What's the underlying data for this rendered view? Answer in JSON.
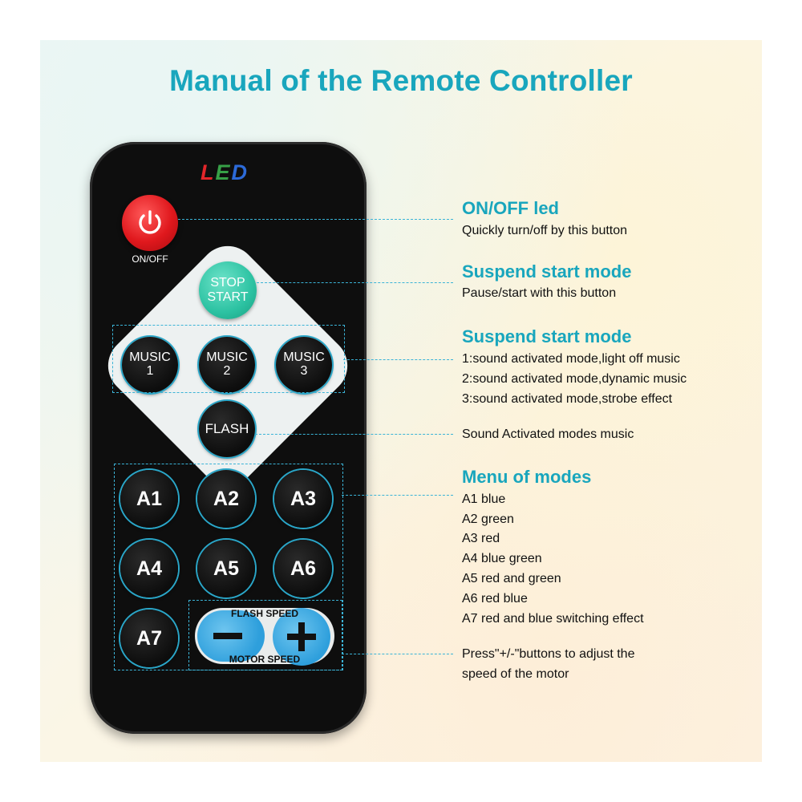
{
  "title": "Manual of the Remote Controller",
  "remote": {
    "brand": [
      "L",
      "E",
      "D"
    ],
    "power_label": "ON/OFF",
    "stop_start": [
      "STOP",
      "START"
    ],
    "music": [
      {
        "top": "MUSIC",
        "num": "1"
      },
      {
        "top": "MUSIC",
        "num": "2"
      },
      {
        "top": "MUSIC",
        "num": "3"
      }
    ],
    "flash": "FLASH",
    "modes": [
      "A1",
      "A2",
      "A3",
      "A4",
      "A5",
      "A6",
      "A7"
    ],
    "flash_speed": "FLASH SPEED",
    "motor_speed": "MOTOR SPEED"
  },
  "sections": {
    "onoff": {
      "heading": "ON/OFF led",
      "lines": [
        "Quickly turn/off by this button"
      ]
    },
    "suspend1": {
      "heading": "Suspend start mode",
      "lines": [
        "Pause/start with this button"
      ]
    },
    "suspend2": {
      "heading": "Suspend start mode",
      "lines": [
        "1:sound activated mode,light off music",
        "2:sound activated mode,dynamic music",
        "3:sound activated mode,strobe effect"
      ]
    },
    "flash": {
      "lines": [
        "Sound Activated modes music"
      ]
    },
    "menu": {
      "heading": "Menu of modes",
      "lines": [
        "A1 blue",
        "A2 green",
        "A3 red",
        "A4 blue green",
        "A5 red and green",
        "A6 red blue",
        "A7 red and blue switching effect"
      ]
    },
    "speed": {
      "lines": [
        "Press\"+/-\"buttons to adjust the",
        "speed of the motor"
      ]
    }
  },
  "colors": {
    "accent": "#19a6bd",
    "power": "#e0181d",
    "stop": "#2cc2a2",
    "speed": "#2e9fdc"
  }
}
